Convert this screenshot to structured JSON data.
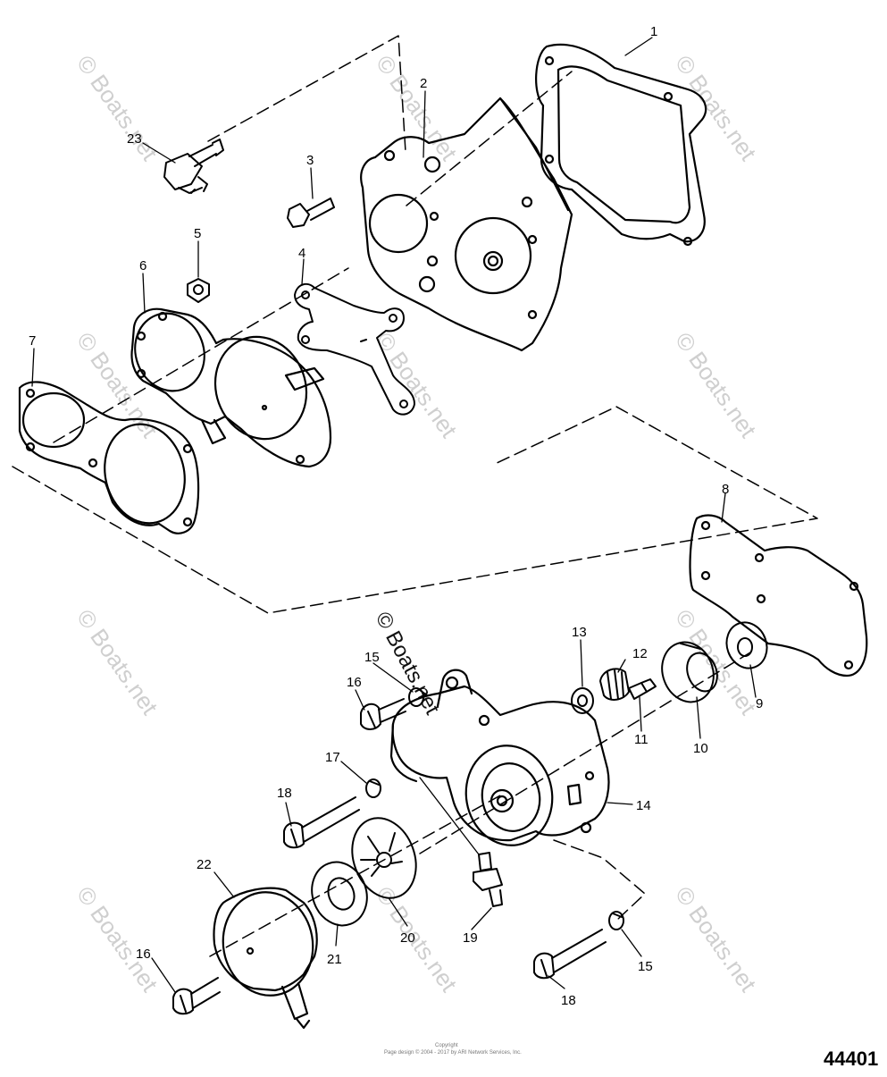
{
  "diagram": {
    "figure_number": "44401",
    "watermark": "© Boats.net",
    "footer_lines": [
      "Copyright",
      "Page design © 2004 - 2017 by ARI Network Services, Inc."
    ],
    "part_numbers": [
      "1",
      "2",
      "3",
      "4",
      "5",
      "6",
      "7",
      "8",
      "9",
      "10",
      "11",
      "12",
      "13",
      "14",
      "15",
      "16",
      "17",
      "18",
      "19",
      "20",
      "21",
      "22",
      "23"
    ],
    "callouts": {
      "c1": "1",
      "c2": "2",
      "c3": "3",
      "c4": "4",
      "c5": "5",
      "c6": "6",
      "c7": "7",
      "c8": "8",
      "c9": "9",
      "c10": "10",
      "c11": "11",
      "c12": "12",
      "c13": "13",
      "c14": "14",
      "c15a": "15",
      "c15b": "15",
      "c16a": "16",
      "c16b": "16",
      "c17": "17",
      "c18a": "18",
      "c18b": "18",
      "c19": "19",
      "c20": "20",
      "c21": "21",
      "c22": "22",
      "c23": "23"
    }
  }
}
